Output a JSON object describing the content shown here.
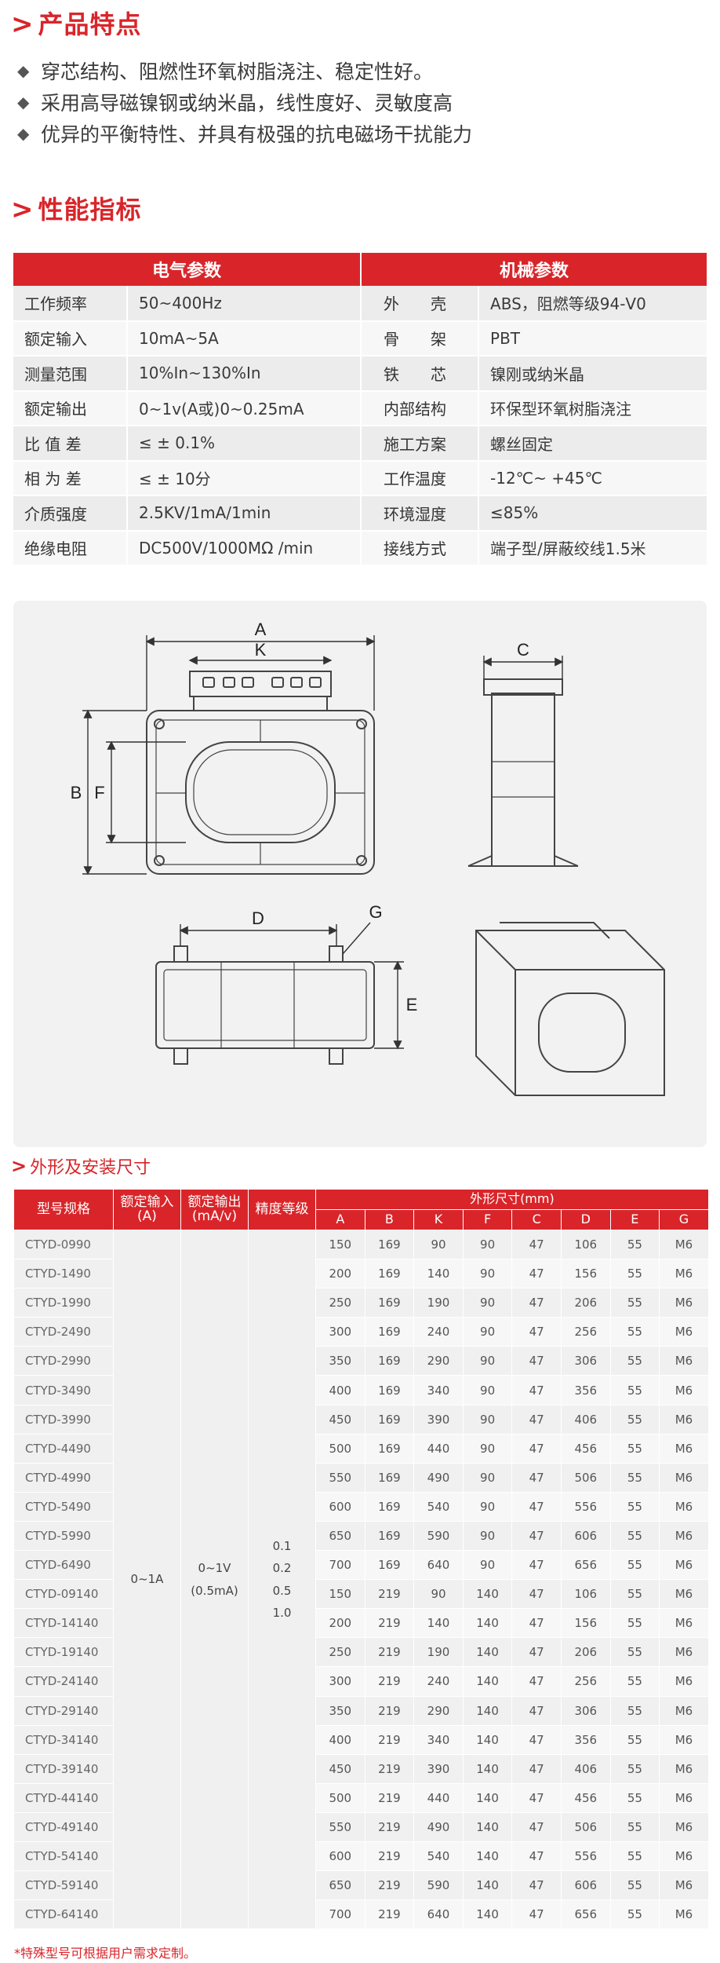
{
  "features_section": {
    "title": "产品特点",
    "items": [
      "穿芯结构、阻燃性环氧树脂浇注、稳定性好。",
      "采用高导磁镍钢或纳米晶，线性度好、灵敏度高",
      "优异的平衡特性、并具有极强的抗电磁场干扰能力"
    ]
  },
  "performance_section": {
    "title": "性能指标",
    "col_headers": [
      "电气参数",
      "机械参数"
    ],
    "rows": [
      {
        "e_label": "工作频率",
        "e_value": "50~400Hz",
        "m_label": "外　　壳",
        "m_value": "ABS，阻燃等级94-V0"
      },
      {
        "e_label": "额定输入",
        "e_value": "10mA~5A",
        "m_label": "骨　　架",
        "m_value": "PBT"
      },
      {
        "e_label": "测量范围",
        "e_value": "10%In~130%In",
        "m_label": "铁　　芯",
        "m_value": "镍刚或纳米晶"
      },
      {
        "e_label": "额定输出",
        "e_value": "0~1v(A或)0~0.25mA",
        "m_label": "内部结构",
        "m_value": "环保型环氧树脂浇注"
      },
      {
        "e_label": "比 值 差",
        "e_value": "≤ ± 0.1%",
        "m_label": "施工方案",
        "m_value": "螺丝固定"
      },
      {
        "e_label": "相 为 差",
        "e_value": "≤ ± 10分",
        "m_label": "工作温度",
        "m_value": "-12℃~ +45℃"
      },
      {
        "e_label": "介质强度",
        "e_value": "2.5KV/1mA/1min",
        "m_label": "环境湿度",
        "m_value": "≤85%"
      },
      {
        "e_label": "绝缘电阻",
        "e_value": "DC500V/1000MΩ /min",
        "m_label": "接线方式",
        "m_value": "端子型/屏蔽绞线1.5米"
      }
    ]
  },
  "diagram_labels": {
    "A": "A",
    "K": "K",
    "B": "B",
    "F": "F",
    "C": "C",
    "D": "D",
    "G": "G",
    "E": "E"
  },
  "dimension_section": {
    "title": "外形及安装尺寸",
    "headers": {
      "model": "型号规格",
      "rated_input": "额定输入(A)",
      "rated_output": "额定输出(mA/v)",
      "accuracy": "精度等级",
      "dims_group": "外形尺寸(mm)",
      "dim_cols": [
        "A",
        "B",
        "K",
        "F",
        "C",
        "D",
        "E",
        "G"
      ]
    },
    "merged": {
      "rated_input": "0~1A",
      "rated_output_1": "0~1V",
      "rated_output_2": "(0.5mA)",
      "accuracy": [
        "0.1",
        "0.2",
        "0.5",
        "1.0"
      ]
    },
    "rows": [
      {
        "model": "CTYD-0990",
        "v": [
          "150",
          "169",
          "90",
          "90",
          "47",
          "106",
          "55",
          "M6"
        ]
      },
      {
        "model": "CTYD-1490",
        "v": [
          "200",
          "169",
          "140",
          "90",
          "47",
          "156",
          "55",
          "M6"
        ]
      },
      {
        "model": "CTYD-1990",
        "v": [
          "250",
          "169",
          "190",
          "90",
          "47",
          "206",
          "55",
          "M6"
        ]
      },
      {
        "model": "CTYD-2490",
        "v": [
          "300",
          "169",
          "240",
          "90",
          "47",
          "256",
          "55",
          "M6"
        ]
      },
      {
        "model": "CTYD-2990",
        "v": [
          "350",
          "169",
          "290",
          "90",
          "47",
          "306",
          "55",
          "M6"
        ]
      },
      {
        "model": "CTYD-3490",
        "v": [
          "400",
          "169",
          "340",
          "90",
          "47",
          "356",
          "55",
          "M6"
        ]
      },
      {
        "model": "CTYD-3990",
        "v": [
          "450",
          "169",
          "390",
          "90",
          "47",
          "406",
          "55",
          "M6"
        ]
      },
      {
        "model": "CTYD-4490",
        "v": [
          "500",
          "169",
          "440",
          "90",
          "47",
          "456",
          "55",
          "M6"
        ]
      },
      {
        "model": "CTYD-4990",
        "v": [
          "550",
          "169",
          "490",
          "90",
          "47",
          "506",
          "55",
          "M6"
        ]
      },
      {
        "model": "CTYD-5490",
        "v": [
          "600",
          "169",
          "540",
          "90",
          "47",
          "556",
          "55",
          "M6"
        ]
      },
      {
        "model": "CTYD-5990",
        "v": [
          "650",
          "169",
          "590",
          "90",
          "47",
          "606",
          "55",
          "M6"
        ]
      },
      {
        "model": "CTYD-6490",
        "v": [
          "700",
          "169",
          "640",
          "90",
          "47",
          "656",
          "55",
          "M6"
        ]
      },
      {
        "model": "CTYD-09140",
        "v": [
          "150",
          "219",
          "90",
          "140",
          "47",
          "106",
          "55",
          "M6"
        ]
      },
      {
        "model": "CTYD-14140",
        "v": [
          "200",
          "219",
          "140",
          "140",
          "47",
          "156",
          "55",
          "M6"
        ]
      },
      {
        "model": "CTYD-19140",
        "v": [
          "250",
          "219",
          "190",
          "140",
          "47",
          "206",
          "55",
          "M6"
        ]
      },
      {
        "model": "CTYD-24140",
        "v": [
          "300",
          "219",
          "240",
          "140",
          "47",
          "256",
          "55",
          "M6"
        ]
      },
      {
        "model": "CTYD-29140",
        "v": [
          "350",
          "219",
          "290",
          "140",
          "47",
          "306",
          "55",
          "M6"
        ]
      },
      {
        "model": "CTYD-34140",
        "v": [
          "400",
          "219",
          "340",
          "140",
          "47",
          "356",
          "55",
          "M6"
        ]
      },
      {
        "model": "CTYD-39140",
        "v": [
          "450",
          "219",
          "390",
          "140",
          "47",
          "406",
          "55",
          "M6"
        ]
      },
      {
        "model": "CTYD-44140",
        "v": [
          "500",
          "219",
          "440",
          "140",
          "47",
          "456",
          "55",
          "M6"
        ]
      },
      {
        "model": "CTYD-49140",
        "v": [
          "550",
          "219",
          "490",
          "140",
          "47",
          "506",
          "55",
          "M6"
        ]
      },
      {
        "model": "CTYD-54140",
        "v": [
          "600",
          "219",
          "540",
          "140",
          "47",
          "556",
          "55",
          "M6"
        ]
      },
      {
        "model": "CTYD-59140",
        "v": [
          "650",
          "219",
          "590",
          "140",
          "47",
          "606",
          "55",
          "M6"
        ]
      },
      {
        "model": "CTYD-64140",
        "v": [
          "700",
          "219",
          "640",
          "140",
          "47",
          "656",
          "55",
          "M6"
        ]
      }
    ],
    "note": "*特殊型号可根据用户需求定制。"
  },
  "colors": {
    "accent": "#d9252a"
  }
}
